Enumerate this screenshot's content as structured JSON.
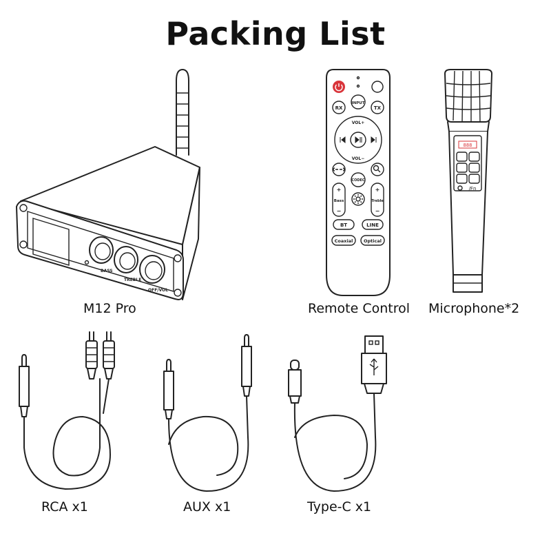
{
  "title": "Packing List",
  "items": [
    {
      "caption": "M12 Pro",
      "icon": "amplifier-icon"
    },
    {
      "caption": "Remote Control",
      "icon": "remote-control-icon"
    },
    {
      "caption": "Microphone*2",
      "icon": "microphone-icon"
    },
    {
      "caption": "RCA x1",
      "icon": "rca-cable-icon"
    },
    {
      "caption": "AUX x1",
      "icon": "aux-cable-icon"
    },
    {
      "caption": "Type-C x1",
      "icon": "type-c-cable-icon"
    }
  ],
  "amplifier": {
    "knobs": [
      "BASS",
      "TREBLE",
      "OFF/VOL"
    ]
  },
  "remote": {
    "buttons": {
      "rx": "RX",
      "input": "INPUT",
      "tx": "TX",
      "vol_up": "VOL+",
      "vol_down": "VOL−",
      "codec": "CODEC",
      "bass": "Bass",
      "treble": "Treble",
      "bt": "BT",
      "line": "LINE",
      "coaxial": "Coaxial",
      "optical": "Optical",
      "plus": "+",
      "minus": "−"
    },
    "accent_color": "#d9343a"
  },
  "microphone": {
    "fn_label": "/Fn"
  }
}
